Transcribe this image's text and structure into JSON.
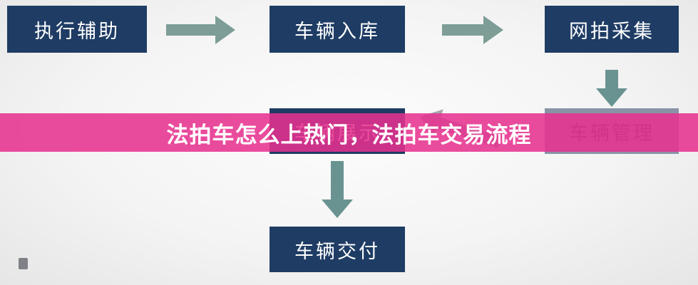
{
  "title_banner": {
    "text": "法拍车怎么上热门，法拍车交易流程",
    "background_color": "#e7318f",
    "text_color": "#ffffff"
  },
  "flowchart": {
    "nodes": [
      {
        "id": "execution-assist",
        "label": "执行辅助"
      },
      {
        "id": "vehicle-inbound",
        "label": "车辆入库"
      },
      {
        "id": "online-auction-collection",
        "label": "网拍采集"
      },
      {
        "id": "vehicle-management",
        "label": "车辆管理"
      },
      {
        "id": "vehicle-display",
        "label": "车辆展示"
      },
      {
        "id": "vehicle-delivery",
        "label": "车辆交付"
      }
    ],
    "colors": {
      "node_background": "#1e3c64",
      "node_text": "#ffffff",
      "muted_node_background": "#8893a6",
      "muted_node_text": "#39415a",
      "arrow_green": "#7d9d96",
      "arrow_teal": "#699390",
      "arrow_gray": "#a3a8ae"
    }
  }
}
